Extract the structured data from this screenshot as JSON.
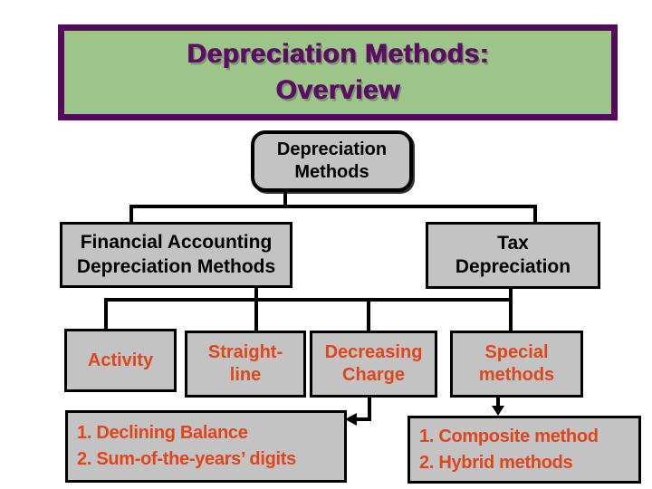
{
  "title": {
    "line1": "Depreciation Methods:",
    "line2": "Overview"
  },
  "diagram": {
    "root": {
      "label": "Depreciation\nMethods"
    },
    "level2": {
      "financial": {
        "label": "Financial Accounting\nDepreciation Methods"
      },
      "tax": {
        "label": "Tax\nDepreciation"
      }
    },
    "level3": {
      "activity": {
        "label": "Activity"
      },
      "straight_line": {
        "label": "Straight-\nline"
      },
      "decreasing_charge": {
        "label": "Decreasing\nCharge"
      },
      "special_methods": {
        "label": "Special\nmethods"
      }
    },
    "details": {
      "decreasing_list": {
        "items": [
          "1. Declining Balance",
          "2. Sum-of-the-years’ digits"
        ]
      },
      "special_list": {
        "items": [
          "1. Composite method",
          "2. Hybrid methods"
        ]
      }
    }
  },
  "colors": {
    "title_bg": "#9DC489",
    "title_border": "#54095A",
    "title_text": "#5B0F62",
    "box_fill": "#C3C3C3",
    "box_border": "#000000",
    "accent_text": "#E0451C",
    "connector": "#000000",
    "canvas_bg": "#FFFFFF"
  }
}
